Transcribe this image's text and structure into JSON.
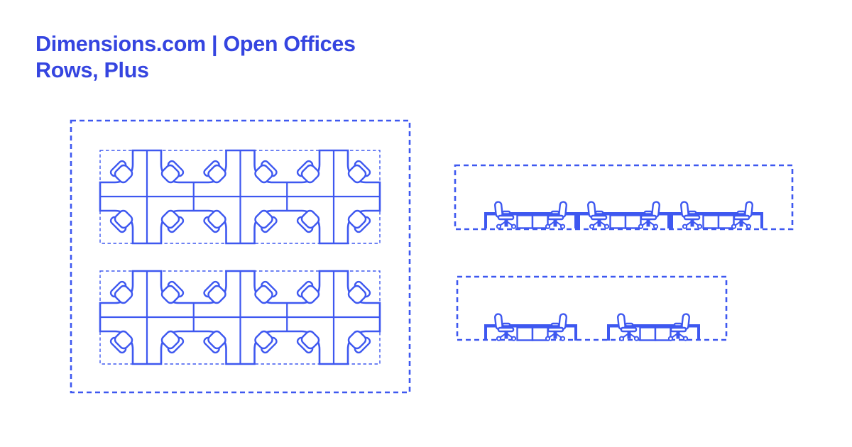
{
  "header": {
    "title_line1": "Dimensions.com | Open Offices",
    "title_line2": "Rows, Plus"
  },
  "colors": {
    "title": "#3545e0",
    "line": "#3e58f0",
    "background": "#ffffff"
  },
  "drawing": {
    "plan": {
      "label": "plan-view-open-office-rows-plus",
      "rows": 2,
      "clusters_per_row": 3,
      "chairs_per_cluster": 4
    },
    "elevation_top": {
      "label": "side-elevation-three-workstation-groups",
      "groups": 3,
      "chairs_per_group": 2
    },
    "elevation_bottom": {
      "label": "side-elevation-two-workstation-groups",
      "groups": 2,
      "chairs_per_group": 2
    }
  }
}
